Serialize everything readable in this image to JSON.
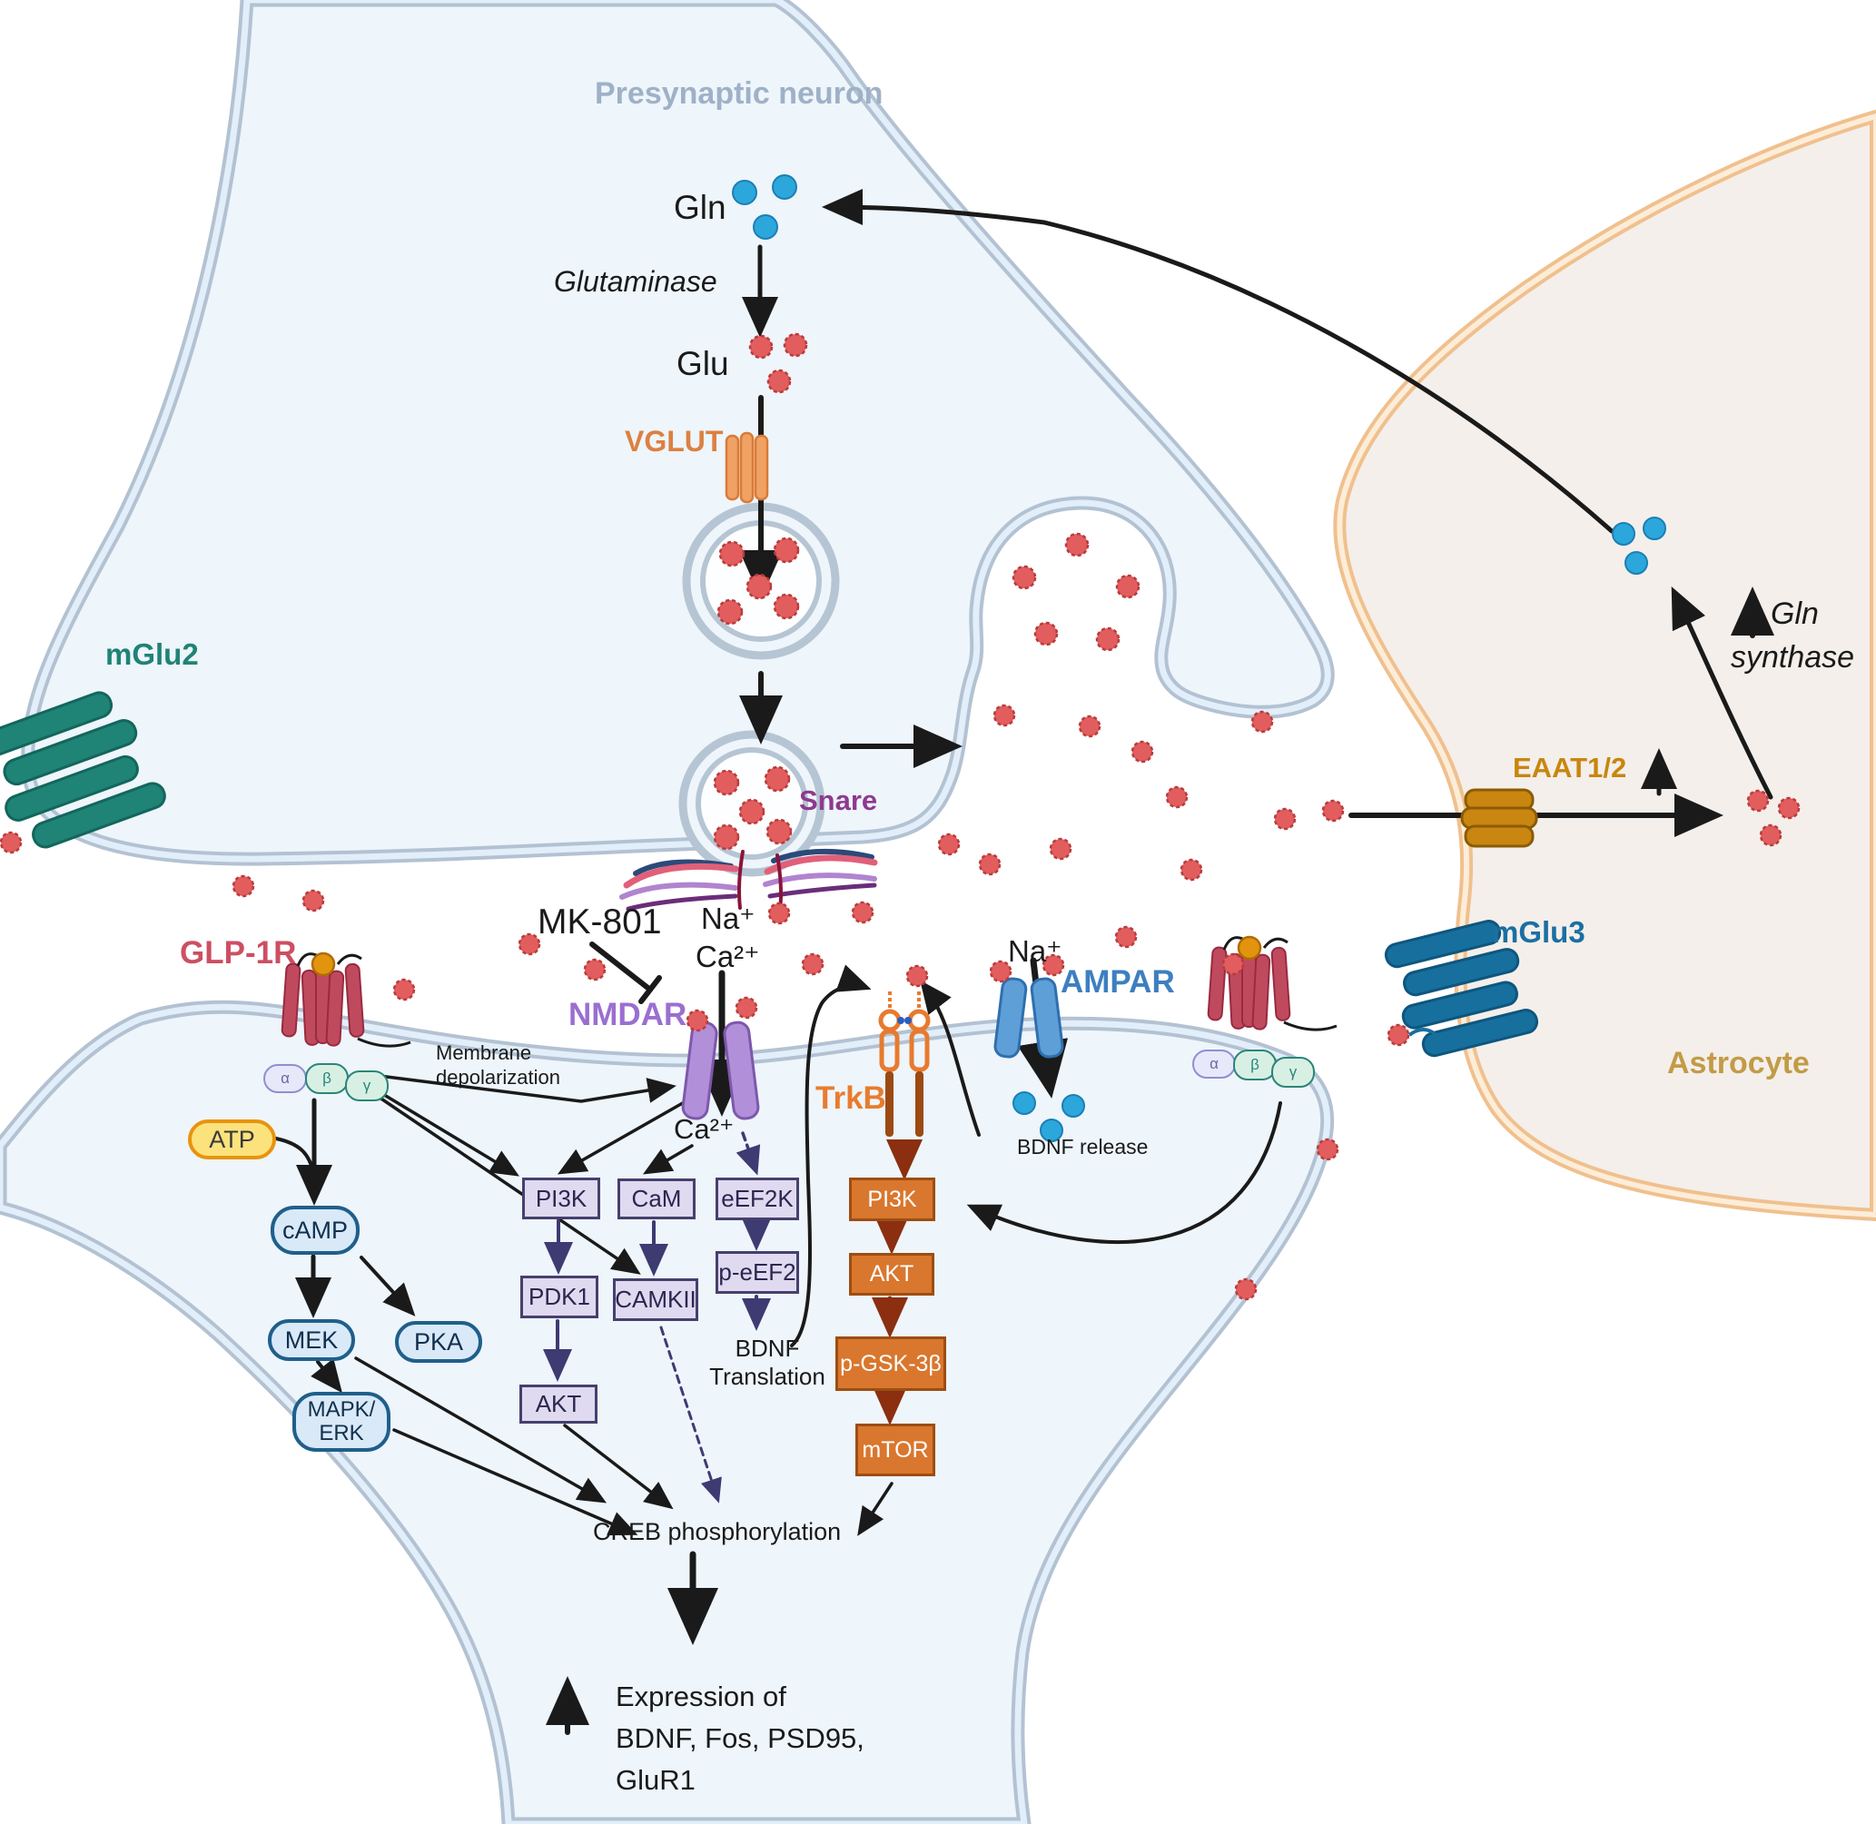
{
  "regions": {
    "presynaptic_neuron": "Presynaptic neuron",
    "astrocyte": "Astrocyte"
  },
  "molecules": {
    "gln": "Gln",
    "glu": "Glu",
    "glutaminase": "Glutaminase",
    "na_plus": "Na⁺",
    "ca_2plus": "Ca²⁺",
    "atp": "ATP",
    "camp": "cAMP",
    "alpha": "α",
    "beta": "β",
    "gamma": "γ"
  },
  "receptors": {
    "vglut": "VGLUT",
    "mglu2": "mGlu2",
    "snare": "Snare",
    "glp1r": "GLP-1R",
    "nmdar": "NMDAR",
    "ampar": "AMPAR",
    "trkb": "TrkB",
    "eaat12": "EAAT1/2",
    "mglu3": "mGlu3"
  },
  "drugs": {
    "mk801": "MK-801"
  },
  "pathway_blue": {
    "mek": "MEK",
    "pka": "PKA",
    "mapk_line1": "MAPK/",
    "mapk_line2": "ERK"
  },
  "pathway_purple": {
    "pi3k": "PI3K",
    "cam": "CaM",
    "eef2k": "eEF2K",
    "pdk1": "PDK1",
    "camkii": "CAMKII",
    "p_eef2": "p-eEF2",
    "akt": "AKT"
  },
  "pathway_orange": {
    "pi3k": "PI3K",
    "akt": "AKT",
    "p_gsk3b": "p-GSK-3β",
    "mtor": "mTOR"
  },
  "annotations": {
    "membrane_depol_line1": "Membrane",
    "membrane_depol_line2": "depolarization",
    "bdnf_release": "BDNF release",
    "bdnf_translation_line1": "BDNF",
    "bdnf_translation_line2": "Translation",
    "creb": "CREB phosphorylation",
    "expression_line1": "Expression of",
    "expression_line2": "BDNF, Fos, PSD95,",
    "expression_line3": "GluR1",
    "gln_synthase_line1": "Gln",
    "gln_synthase_line2": "synthase"
  },
  "colors": {
    "neuron_fill": "#eef5fb",
    "neuron_membrane": "#b3c2d2",
    "astrocyte_fill": "#f4efeb",
    "astrocyte_membrane": "#f0c08e",
    "glutamate_dot": "#e25d5d",
    "glutamine_dot": "#2ba7dc",
    "vglut_orange": "#dd8040",
    "mglu2_teal": "#1f8376",
    "snare_purple": "#8e3a8e",
    "glp1r_red": "#cc4f63",
    "nmdar_purple": "#9a6fd0",
    "ampar_blue": "#3d7fc1",
    "trkb_orange": "#e87c2e",
    "eaat_gold": "#c8860f",
    "mglu3_blue": "#1b6fa3",
    "astrocyte_label": "#c29b45",
    "presynaptic_label": "#9fb1c7",
    "navy_arrow": "#3e3a72",
    "darkred_arrow": "#8b2f10"
  }
}
